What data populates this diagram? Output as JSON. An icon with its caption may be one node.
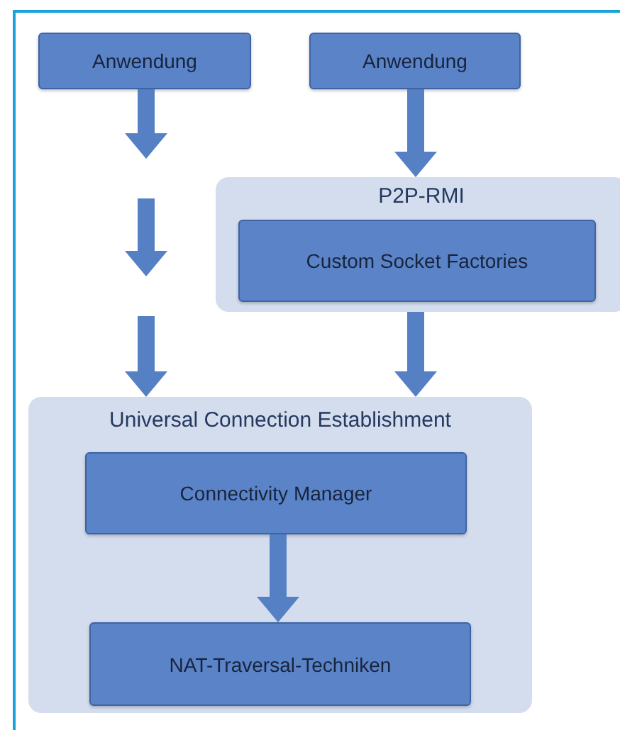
{
  "diagram": {
    "nodes": [
      {
        "text": [
          "Anwendung"
        ]
      },
      {
        "text": [
          "Anwendung"
        ]
      },
      {
        "text": [
          "P2P-RMI"
        ]
      },
      {
        "text": [
          "Custom Socket Factories"
        ],
        "in": 2
      },
      {
        "text": [
          "Universal Connection Establishment"
        ]
      },
      {
        "text": [
          "Connectivity Manager"
        ],
        "in": 4
      },
      {
        "text": [
          "NAT-Traversal-Techniken"
        ],
        "in": 4
      }
    ],
    "edges": [
      {
        "from": 0,
        "to": null,
        "arrow": "to"
      },
      {
        "from": null,
        "to": 4,
        "arrow": "to"
      },
      {
        "from": 1,
        "to": 2,
        "arrow": "to"
      },
      {
        "from": 2,
        "to": 4,
        "arrow": "to"
      },
      {
        "from": 5,
        "to": 6,
        "arrow": "to"
      }
    ]
  }
}
